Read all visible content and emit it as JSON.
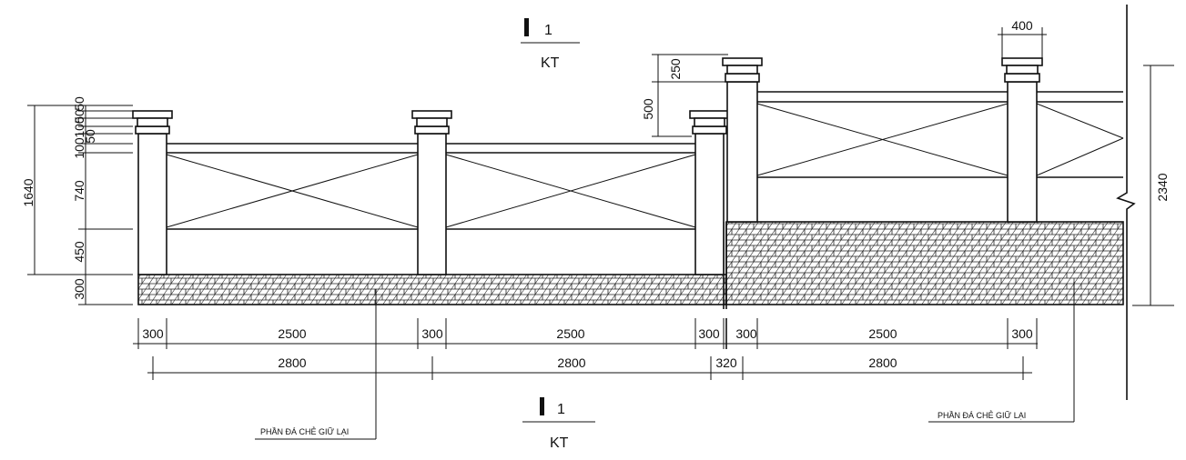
{
  "section_marks": {
    "top": {
      "number": "1",
      "sheet": "KT"
    },
    "bottom": {
      "number": "1",
      "sheet": "KT"
    }
  },
  "dimensions": {
    "left_vertical": [
      "50",
      "50",
      "100",
      "50",
      "100",
      "740",
      "450",
      "300"
    ],
    "left_total": "1640",
    "mid_vertical": [
      "250",
      "500"
    ],
    "right_total": "2340",
    "top_width": "400",
    "row1": [
      "300",
      "2500",
      "300",
      "2500",
      "300",
      "300",
      "2500",
      "300"
    ],
    "row2": [
      "2800",
      "2800",
      "320",
      "2800"
    ]
  },
  "notes": {
    "left": "PHẦN ĐÁ CHẺ GIỮ LẠI",
    "right": "PHẦN ĐÁ CHẺ GIỮ LẠI"
  }
}
